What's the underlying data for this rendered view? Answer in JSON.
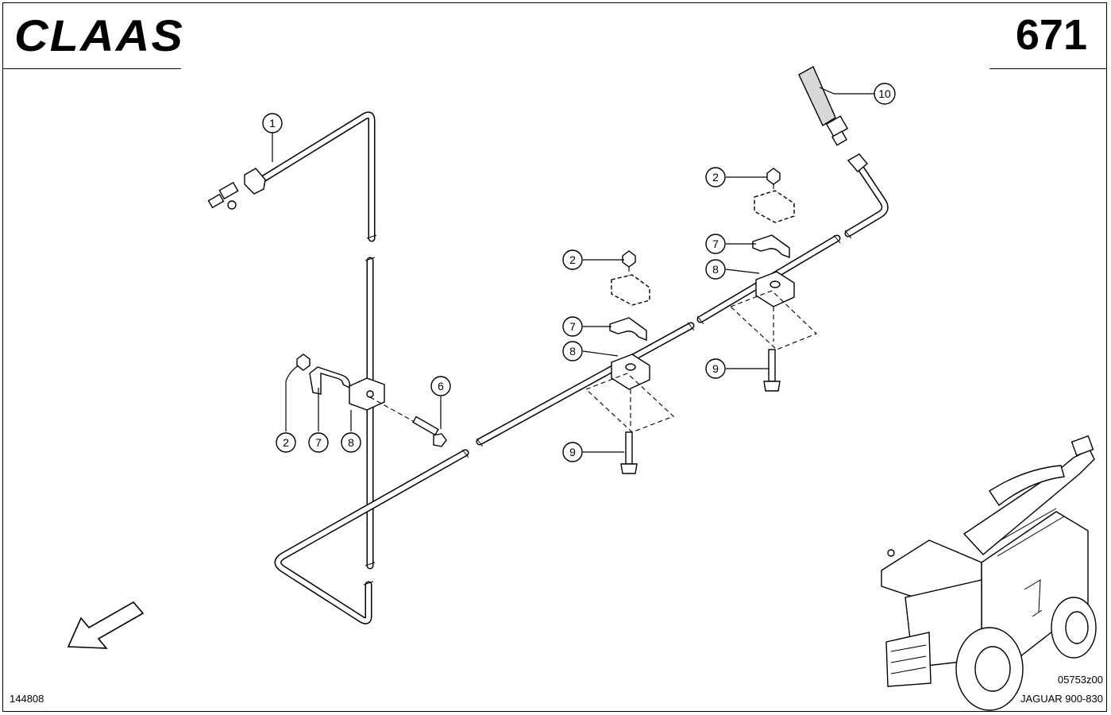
{
  "header": {
    "brand": "CLAAS",
    "page_number": "671"
  },
  "footer": {
    "drawing_id": "144808",
    "image_code": "05753z00",
    "model": "JAGUAR 900-830"
  },
  "callouts": [
    {
      "id": "c1",
      "label": "1"
    },
    {
      "id": "c2a",
      "label": "2"
    },
    {
      "id": "c7a",
      "label": "7"
    },
    {
      "id": "c8a",
      "label": "8"
    },
    {
      "id": "c6",
      "label": "6"
    },
    {
      "id": "c2b",
      "label": "2"
    },
    {
      "id": "c7b",
      "label": "7"
    },
    {
      "id": "c8b",
      "label": "8"
    },
    {
      "id": "c9a",
      "label": "9"
    },
    {
      "id": "c2c",
      "label": "2"
    },
    {
      "id": "c7c",
      "label": "7"
    },
    {
      "id": "c8c",
      "label": "8"
    },
    {
      "id": "c9b",
      "label": "9"
    },
    {
      "id": "c10",
      "label": "10"
    }
  ]
}
